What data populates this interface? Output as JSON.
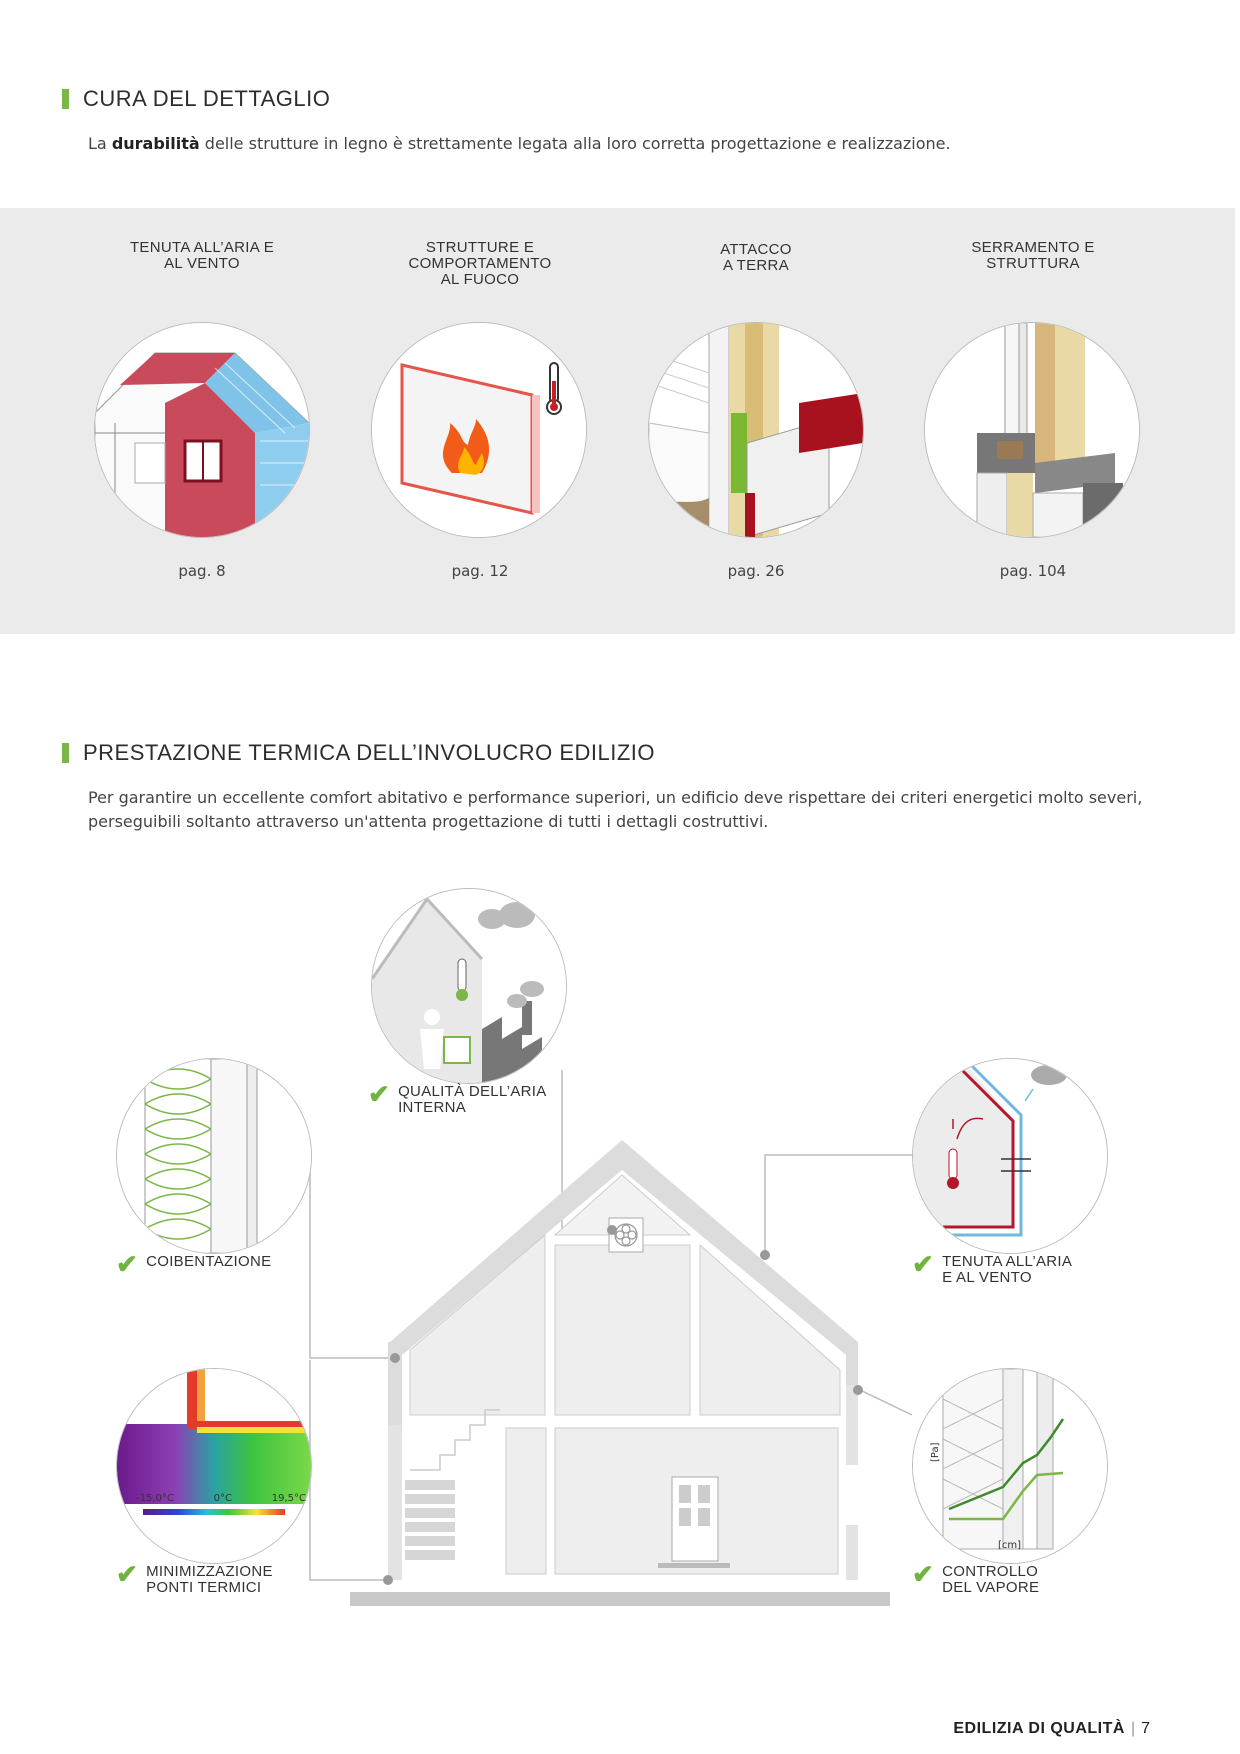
{
  "section1": {
    "title": "CURA DEL  DETTAGLIO",
    "lead_pre": "La ",
    "lead_bold": "durabilità",
    "lead_post": " delle strutture in legno è strettamente legata alla loro corretta progettazione e realizzazione."
  },
  "topics": [
    {
      "line1": "TENUTA ALL’ARIA E",
      "line2": "AL VENTO",
      "line3": "",
      "page": "pag. 8"
    },
    {
      "line1": "STRUTTURE E",
      "line2": "COMPORTAMENTO",
      "line3": "AL FUOCO",
      "page": "pag. 12"
    },
    {
      "line1": "ATTACCO",
      "line2": "A TERRA",
      "line3": "",
      "page": "pag. 26"
    },
    {
      "line1": "SERRAMENTO E",
      "line2": "STRUTTURA",
      "line3": "",
      "page": "pag. 104"
    }
  ],
  "section2": {
    "title": "PRESTAZIONE TERMICA DELL’INVOLUCRO EDILIZIO",
    "lead": "Per garantire un eccellente comfort abitativo e performance superiori, un edificio deve rispettare dei criteri energetici molto severi, perseguibili soltanto attraverso un'attenta progettazione di tutti i dettagli costruttivi."
  },
  "features": {
    "air": {
      "line1": "QUALITÀ DELL’ARIA",
      "line2": "INTERNA"
    },
    "insulation": {
      "line1": "COIBENTAZIONE",
      "line2": ""
    },
    "airtight": {
      "line1": "TENUTA ALL’ARIA",
      "line2": "E AL VENTO"
    },
    "bridges": {
      "line1": "MINIMIZZAZIONE",
      "line2": "PONTI TERMICI"
    },
    "vapour": {
      "line1": "CONTROLLO",
      "line2": "DEL VAPORE"
    }
  },
  "thermal_scale": {
    "min": "-15,0°C",
    "mid": "0°C",
    "max": "19,5°C"
  },
  "vapour_chart": {
    "ylabel": "[Pa]",
    "xlabel": "[cm]"
  },
  "footer": {
    "brand": "EDILIZIA DI QUALITÀ",
    "sep": "|",
    "page": "7"
  },
  "colors": {
    "accent_green": "#7ab648",
    "red": "#b5162b",
    "blue": "#6fb7df",
    "band_grey": "#ebebeb"
  }
}
